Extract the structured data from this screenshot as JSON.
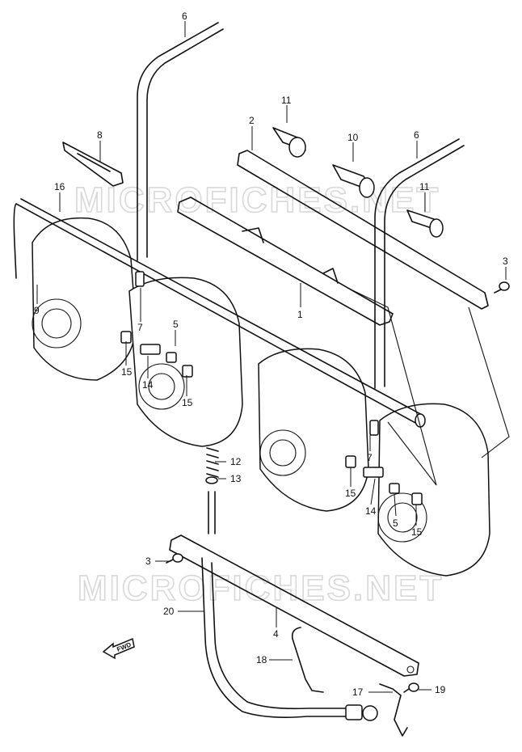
{
  "watermark": "MICROFICHES.NET",
  "fwd_label": "FWD",
  "callouts": {
    "c1": "1",
    "c2": "2",
    "c3a": "3",
    "c3b": "3",
    "c4": "4",
    "c5a": "5",
    "c5b": "5",
    "c6a": "6",
    "c6b": "6",
    "c7a": "7",
    "c7b": "7",
    "c8": "8",
    "c9": "9",
    "c10": "10",
    "c11a": "11",
    "c11b": "11",
    "c12": "12",
    "c13": "13",
    "c14a": "14",
    "c14b": "14",
    "c15a": "15",
    "c15b": "15",
    "c15c": "15",
    "c15d": "15",
    "c16": "16",
    "c17": "17",
    "c18": "18",
    "c19": "19",
    "c20": "20"
  }
}
